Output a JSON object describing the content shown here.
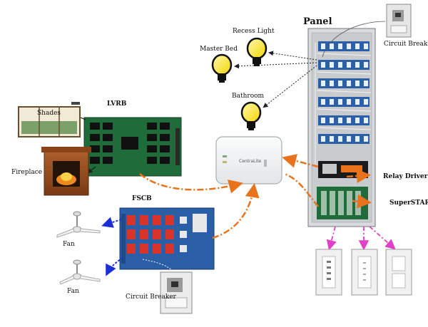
{
  "labels": {
    "panel": "Panel",
    "circuit_breaker_top": "Circuit Breaker",
    "recess_light": "Recess Light",
    "master_bed": "Master Bed",
    "bathroom": "Bathroom",
    "lvrb": "LVRB",
    "shades": "Shades",
    "fireplace": "Fireplace",
    "fscb": "FSCB",
    "relay_driver": "Relay Driver",
    "superstar": "SuperSTAR",
    "fan_top": "Fan",
    "fan_bottom": "Fan",
    "circuit_breaker_bottom": "Circuit Breaker",
    "hub_brand": "CentraLite"
  },
  "colors": {
    "orange_link": "#e8731c",
    "blue_link": "#1b2fd6",
    "magenta_link": "#e040c8",
    "dotted_black": "#222222",
    "board_green": "#1f6b3a",
    "board_blue": "#2a5fa8"
  }
}
